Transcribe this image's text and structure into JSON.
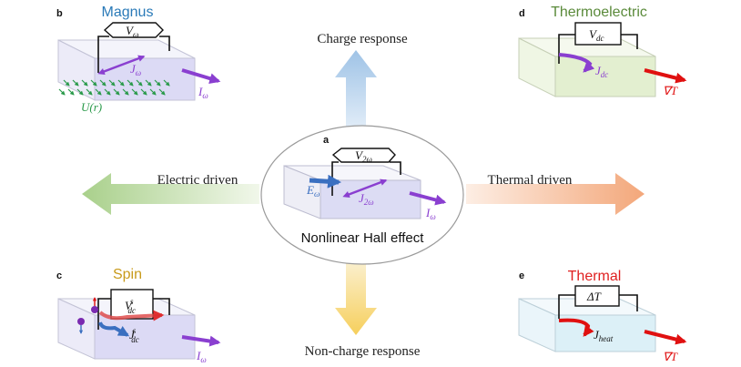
{
  "panels": {
    "a": {
      "letter": "a",
      "caption": "Nonlinear Hall effect",
      "voltage": {
        "main": "V",
        "sub": "2ω"
      },
      "field": {
        "main": "E",
        "sub": "ω"
      },
      "current": {
        "main": "J",
        "sub": "2ω"
      },
      "drive": {
        "main": "I",
        "sub": "ω"
      }
    },
    "b": {
      "letter": "b",
      "title": "Magnus",
      "voltage": {
        "main": "V",
        "sub": "ω"
      },
      "current": {
        "main": "J",
        "sub": "ω"
      },
      "drive": {
        "main": "I",
        "sub": "ω"
      },
      "potential": "U(r)"
    },
    "c": {
      "letter": "c",
      "title": "Spin",
      "voltage": {
        "main": "V",
        "sub": "dc",
        "sup": "s"
      },
      "current": {
        "main": "J",
        "sub": "dc",
        "sup": "s"
      },
      "drive": {
        "main": "I",
        "sub": "ω"
      }
    },
    "d": {
      "letter": "d",
      "title": "Thermoelectric",
      "voltage": {
        "main": "V",
        "sub": "dc"
      },
      "current": {
        "main": "J",
        "sub": "dc"
      },
      "gradient": "∇T"
    },
    "e": {
      "letter": "e",
      "title": "Thermal",
      "voltage": {
        "main": "ΔT"
      },
      "current": {
        "main": "J",
        "sub": "heat"
      },
      "gradient": "∇T"
    }
  },
  "arrows": {
    "up": "Charge response",
    "down": "Non-charge response",
    "left": "Electric driven",
    "right": "Thermal driven"
  },
  "colors": {
    "magnus": "#2a7ab8",
    "spin": "#c89a1a",
    "thermoelectric": "#5a8a3a",
    "thermal": "#e02020",
    "purple": "#8a3fd0",
    "green": "#2a9a4a",
    "red": "#e01010",
    "blue": "#3a6fc0"
  }
}
